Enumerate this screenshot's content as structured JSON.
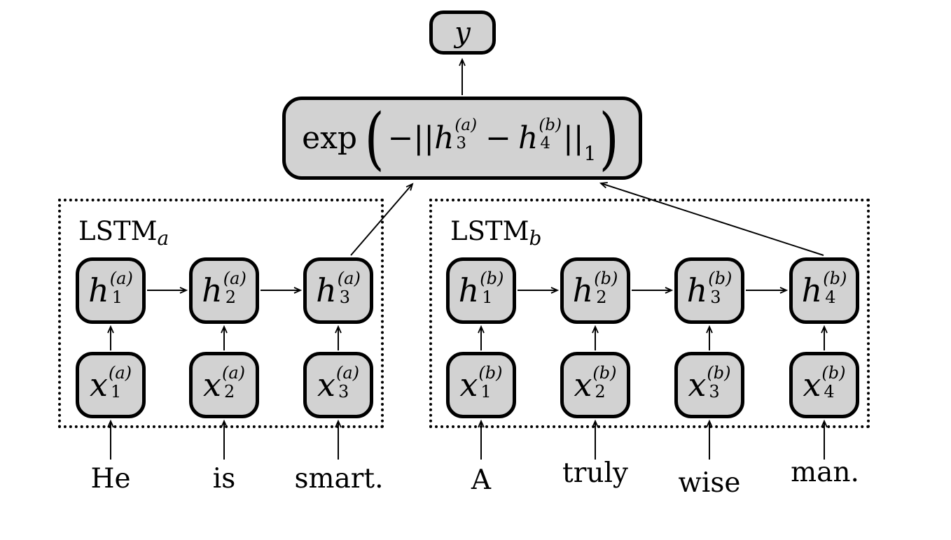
{
  "diagram": {
    "output_node": {
      "label": "y"
    },
    "similarity_node": {
      "func": "exp",
      "lparen": "(",
      "body_prefix": "−||",
      "left_term": {
        "base": "h",
        "sub": "3",
        "sup": "(a)"
      },
      "operator": "−",
      "right_term": {
        "base": "h",
        "sub": "4",
        "sup": "(b)"
      },
      "body_suffix": "||",
      "norm_sub": "1",
      "rparen": ")"
    },
    "networks": [
      {
        "label": {
          "base": "LSTM",
          "sub": "a"
        },
        "hidden_units": [
          {
            "base": "h",
            "sub": "1",
            "sup": "(a)"
          },
          {
            "base": "h",
            "sub": "2",
            "sup": "(a)"
          },
          {
            "base": "h",
            "sub": "3",
            "sup": "(a)"
          }
        ],
        "input_units": [
          {
            "base": "x",
            "sub": "1",
            "sup": "(a)"
          },
          {
            "base": "x",
            "sub": "2",
            "sup": "(a)"
          },
          {
            "base": "x",
            "sub": "3",
            "sup": "(a)"
          }
        ],
        "words": [
          "He",
          "is",
          "smart."
        ]
      },
      {
        "label": {
          "base": "LSTM",
          "sub": "b"
        },
        "hidden_units": [
          {
            "base": "h",
            "sub": "1",
            "sup": "(b)"
          },
          {
            "base": "h",
            "sub": "2",
            "sup": "(b)"
          },
          {
            "base": "h",
            "sub": "3",
            "sup": "(b)"
          },
          {
            "base": "h",
            "sub": "4",
            "sup": "(b)"
          }
        ],
        "input_units": [
          {
            "base": "x",
            "sub": "1",
            "sup": "(b)"
          },
          {
            "base": "x",
            "sub": "2",
            "sup": "(b)"
          },
          {
            "base": "x",
            "sub": "3",
            "sup": "(b)"
          },
          {
            "base": "x",
            "sub": "4",
            "sup": "(b)"
          }
        ],
        "words": [
          "A",
          "truly",
          "wise",
          "man."
        ]
      }
    ],
    "colors": {
      "node_fill": "#d2d2d2",
      "stroke": "#000000",
      "background": "#ffffff"
    }
  }
}
